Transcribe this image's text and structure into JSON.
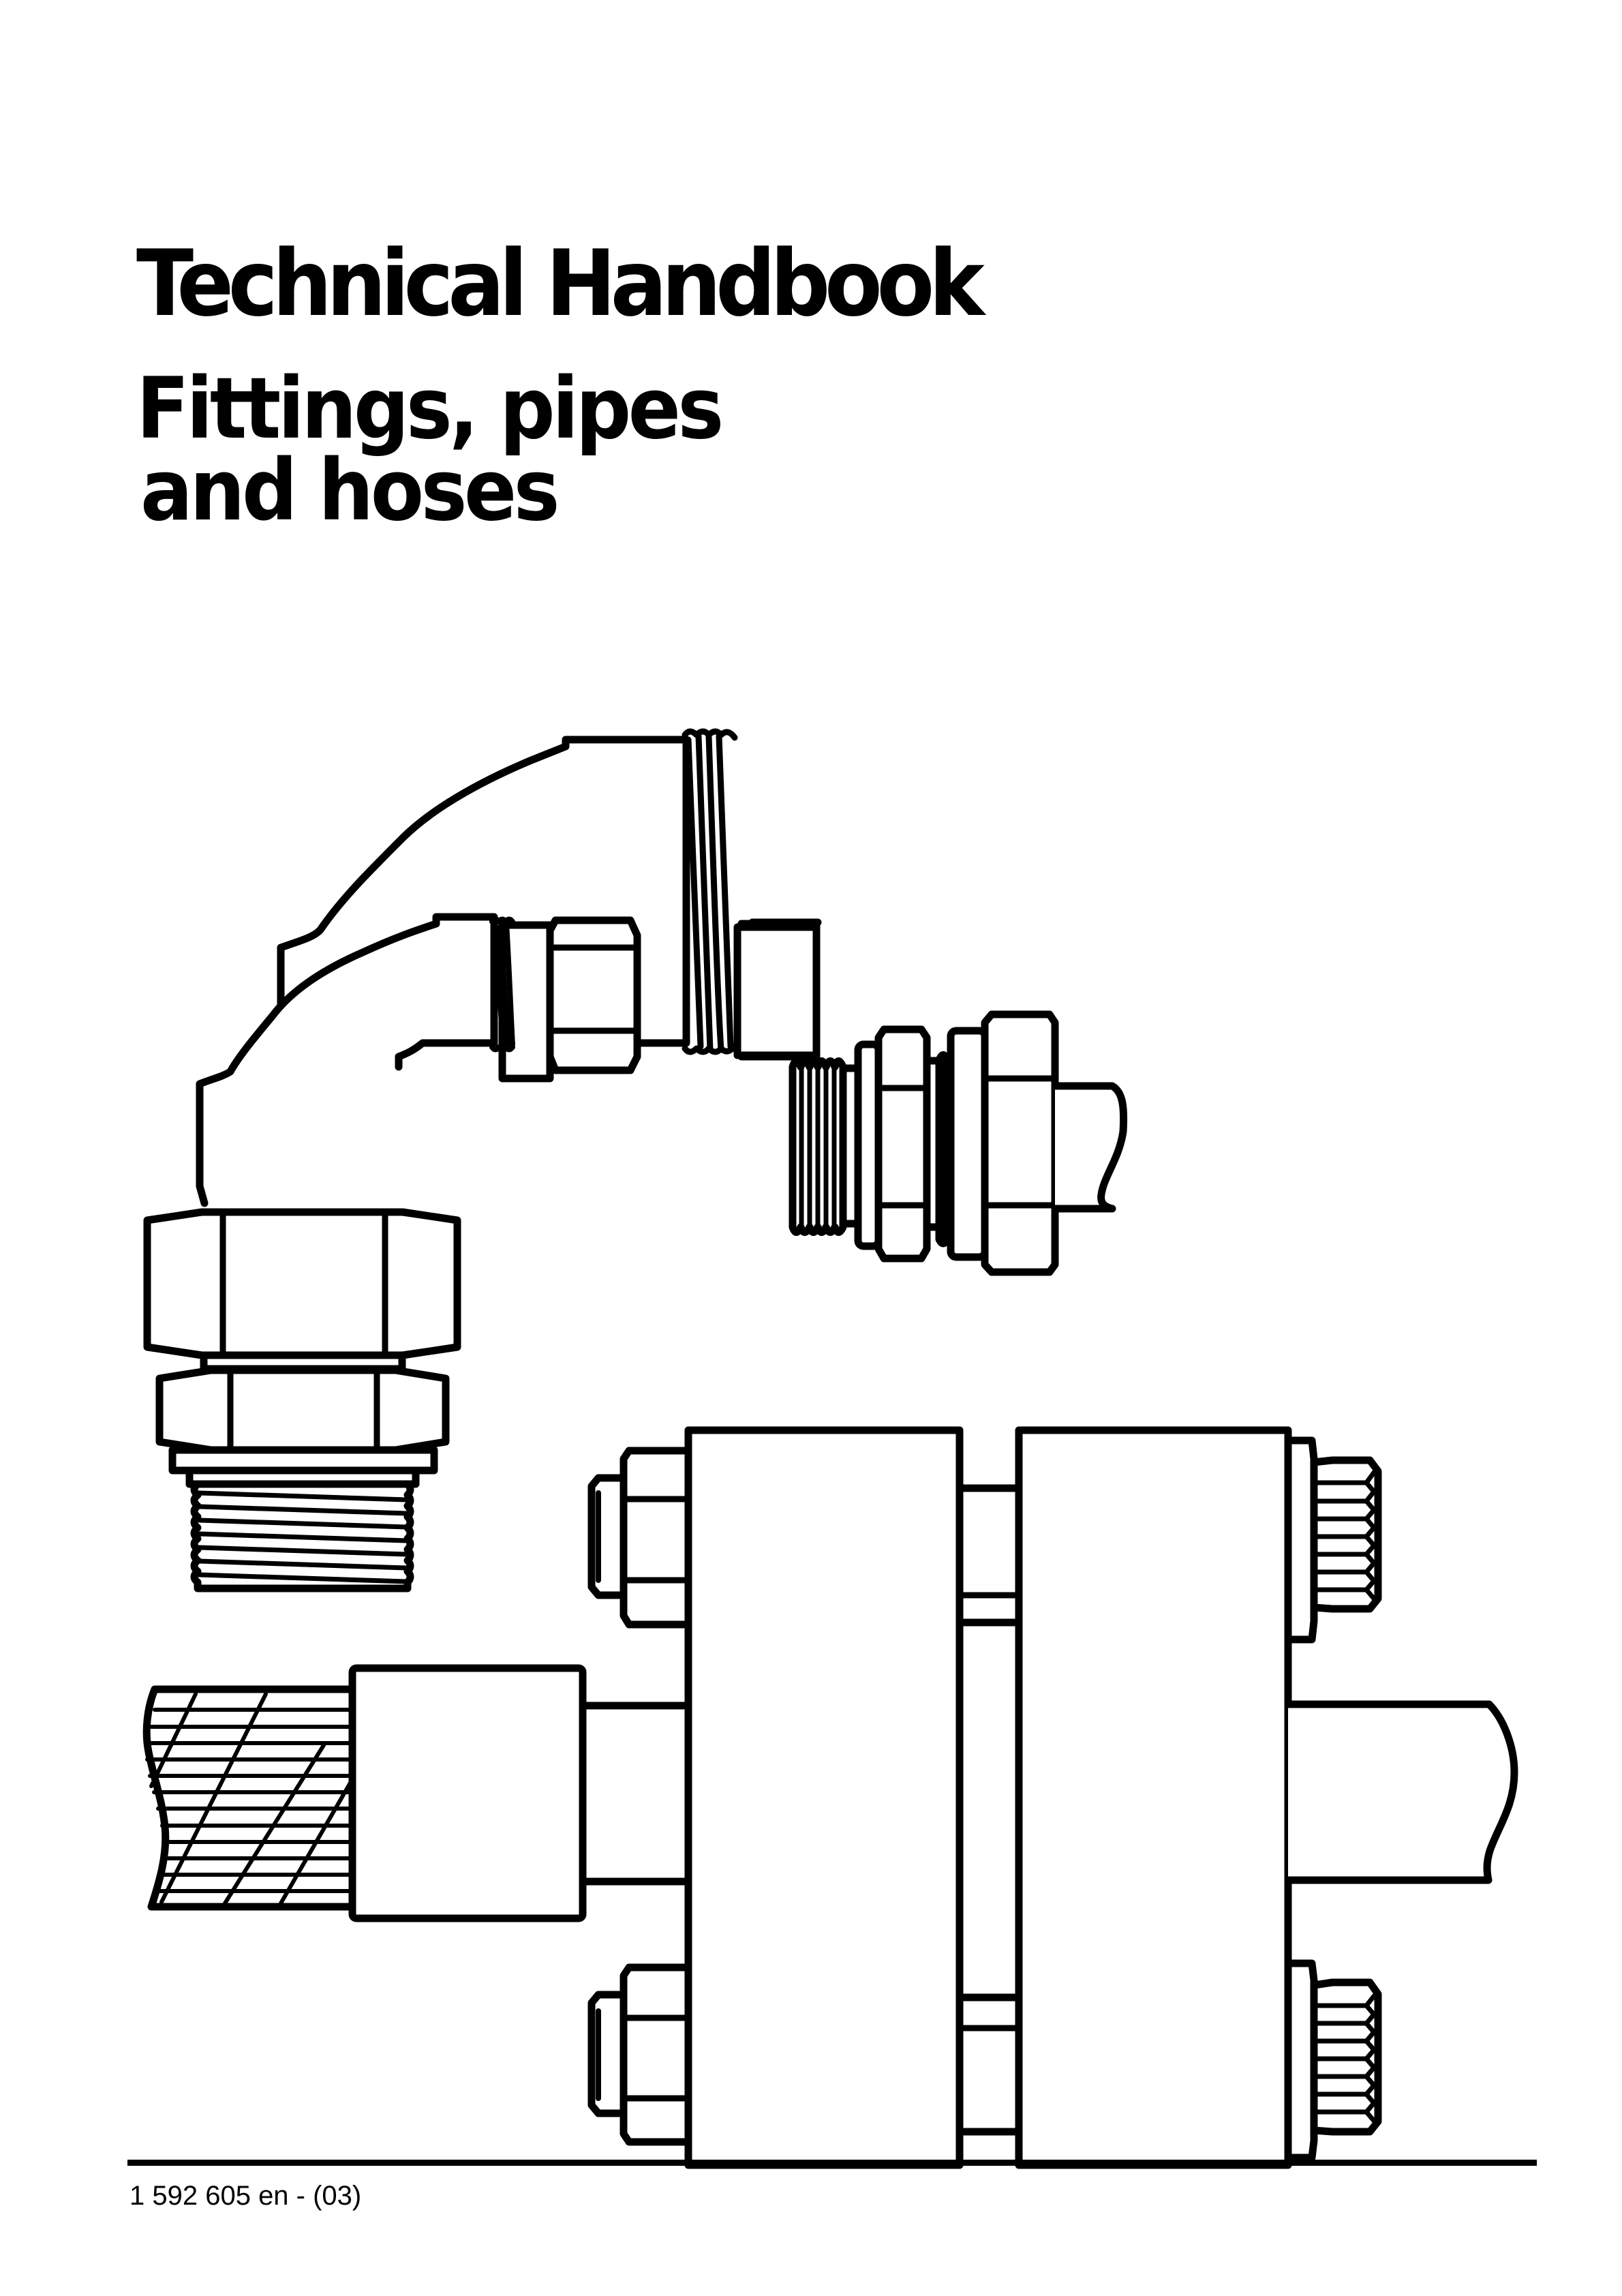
{
  "cover": {
    "title": "Technical Handbook",
    "subtitle_line1": "Fittings, pipes",
    "subtitle_line2": "and hoses"
  },
  "illustration": {
    "description": "Line drawing of hydraulic fittings: 90-degree elbow fitting, straight male stud connector with pipe, and flange connection with braided hose and pipe secured by bolts and nuts",
    "components": [
      "elbow-fitting",
      "straight-connector",
      "pipe",
      "flange-connection",
      "braided-hose",
      "hose-ferrule",
      "bolts",
      "knurled-nuts"
    ],
    "stroke_color": "#000000",
    "fill_color": "#ffffff"
  },
  "footer": {
    "document_code": "1 592 605 en - (03)"
  }
}
